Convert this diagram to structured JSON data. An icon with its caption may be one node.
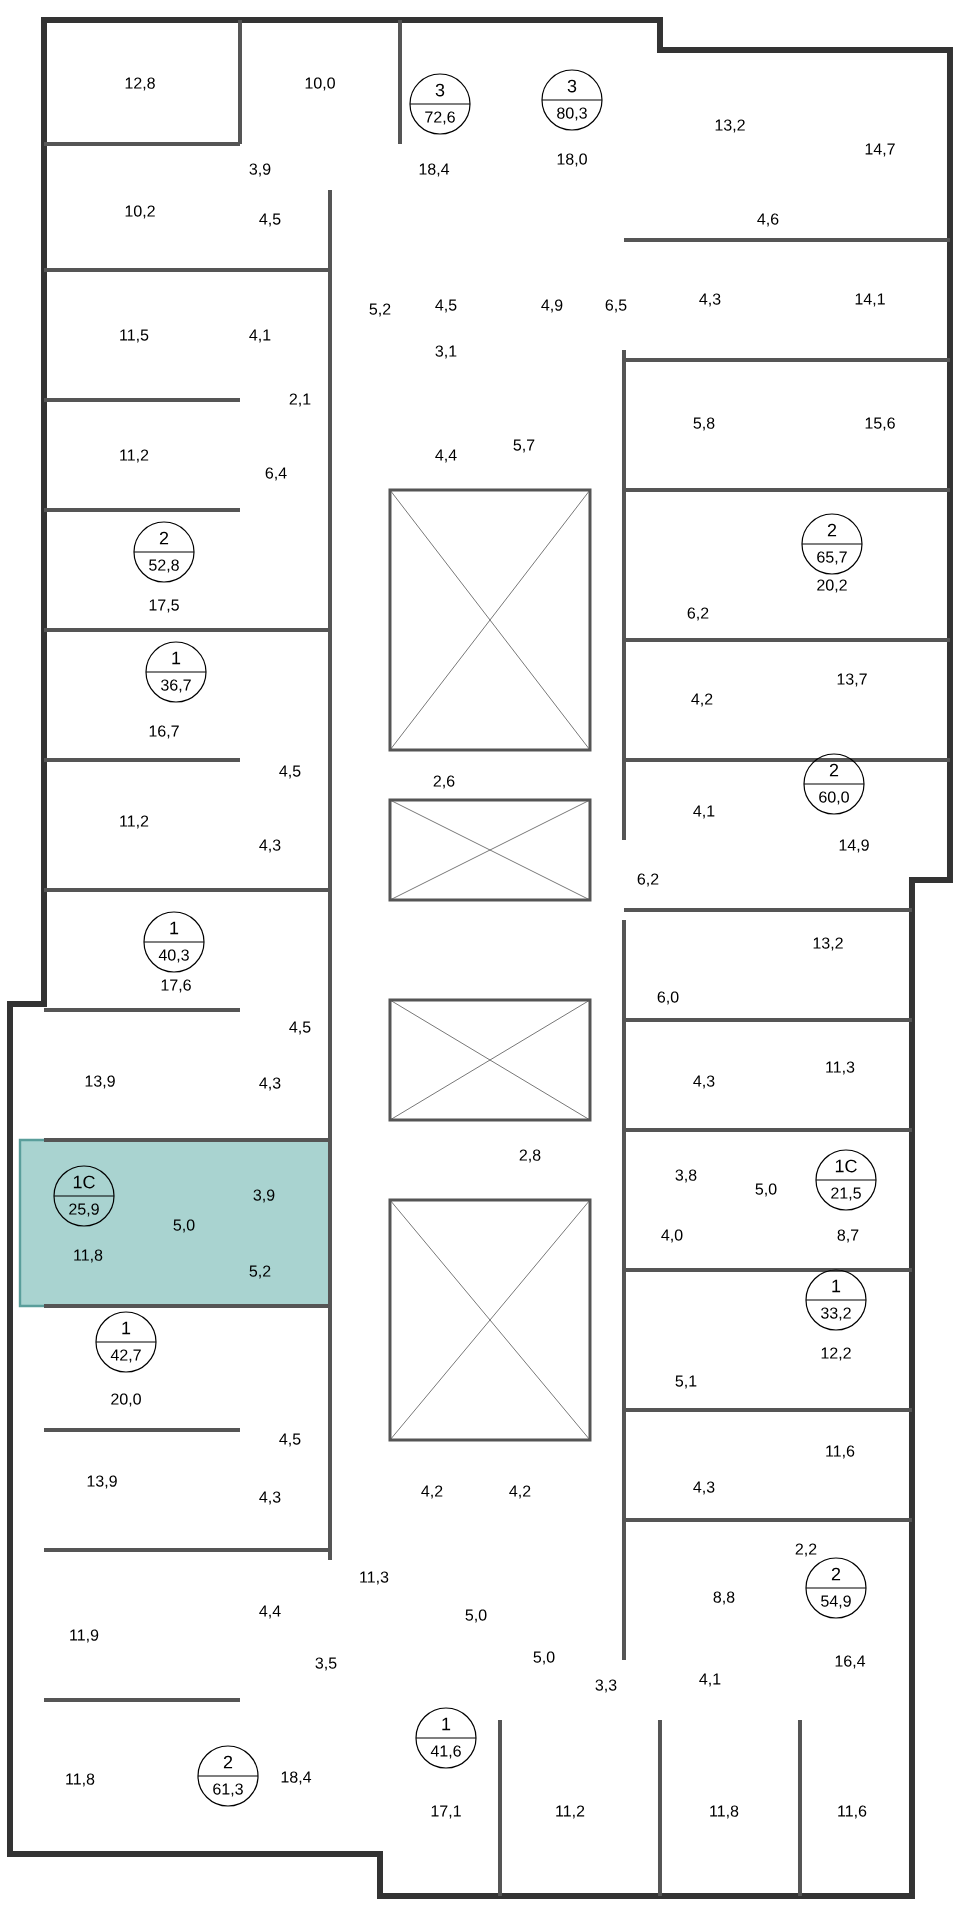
{
  "diagram": {
    "nodes": [
      {
        "text": [
          "3",
          "72,6"
        ]
      },
      {
        "text": [
          "3",
          "80,3"
        ]
      },
      {
        "text": [
          "2",
          "65,7"
        ]
      },
      {
        "text": [
          "2",
          "52,8"
        ]
      },
      {
        "text": [
          "1",
          "36,7"
        ]
      },
      {
        "text": [
          "2",
          "60,0"
        ]
      },
      {
        "text": [
          "1",
          "40,3"
        ]
      },
      {
        "text": [
          "1C",
          "21,5"
        ]
      },
      {
        "text": [
          "1C",
          "25,9"
        ]
      },
      {
        "text": [
          "1",
          "33,2"
        ]
      },
      {
        "text": [
          "1",
          "42,7"
        ]
      },
      {
        "text": [
          "2",
          "54,9"
        ]
      },
      {
        "text": [
          "1",
          "41,6"
        ]
      },
      {
        "text": [
          "2",
          "61,3"
        ]
      }
    ],
    "labels": [
      "12,8",
      "10,0",
      "18,4",
      "18,0",
      "13,2",
      "14,7",
      "3,9",
      "10,2",
      "4,5",
      "4,6",
      "11,5",
      "4,1",
      "5,2",
      "4,5",
      "4,9",
      "6,5",
      "4,3",
      "14,1",
      "3,1",
      "2,1",
      "4,4",
      "5,7",
      "5,8",
      "15,6",
      "11,2",
      "6,4",
      "17,5",
      "20,2",
      "6,2",
      "13,7",
      "4,2",
      "16,7",
      "4,5",
      "2,6",
      "4,1",
      "14,9",
      "11,2",
      "4,3",
      "6,2",
      "13,2",
      "17,6",
      "6,0",
      "4,5",
      "13,9",
      "4,3",
      "11,3",
      "4,3",
      "2,8",
      "3,8",
      "5,0",
      "3,9",
      "5,0",
      "4,0",
      "8,7",
      "11,8",
      "5,2",
      "12,2",
      "20,0",
      "5,1",
      "4,5",
      "4,2",
      "4,2",
      "13,9",
      "4,3",
      "11,6",
      "4,3",
      "11,3",
      "2,2",
      "4,4",
      "5,0",
      "11,9",
      "8,8",
      "3,5",
      "5,0",
      "3,3",
      "4,1",
      "16,4",
      "11,8",
      "18,4",
      "17,1",
      "11,2",
      "11,8",
      "11,6"
    ]
  }
}
